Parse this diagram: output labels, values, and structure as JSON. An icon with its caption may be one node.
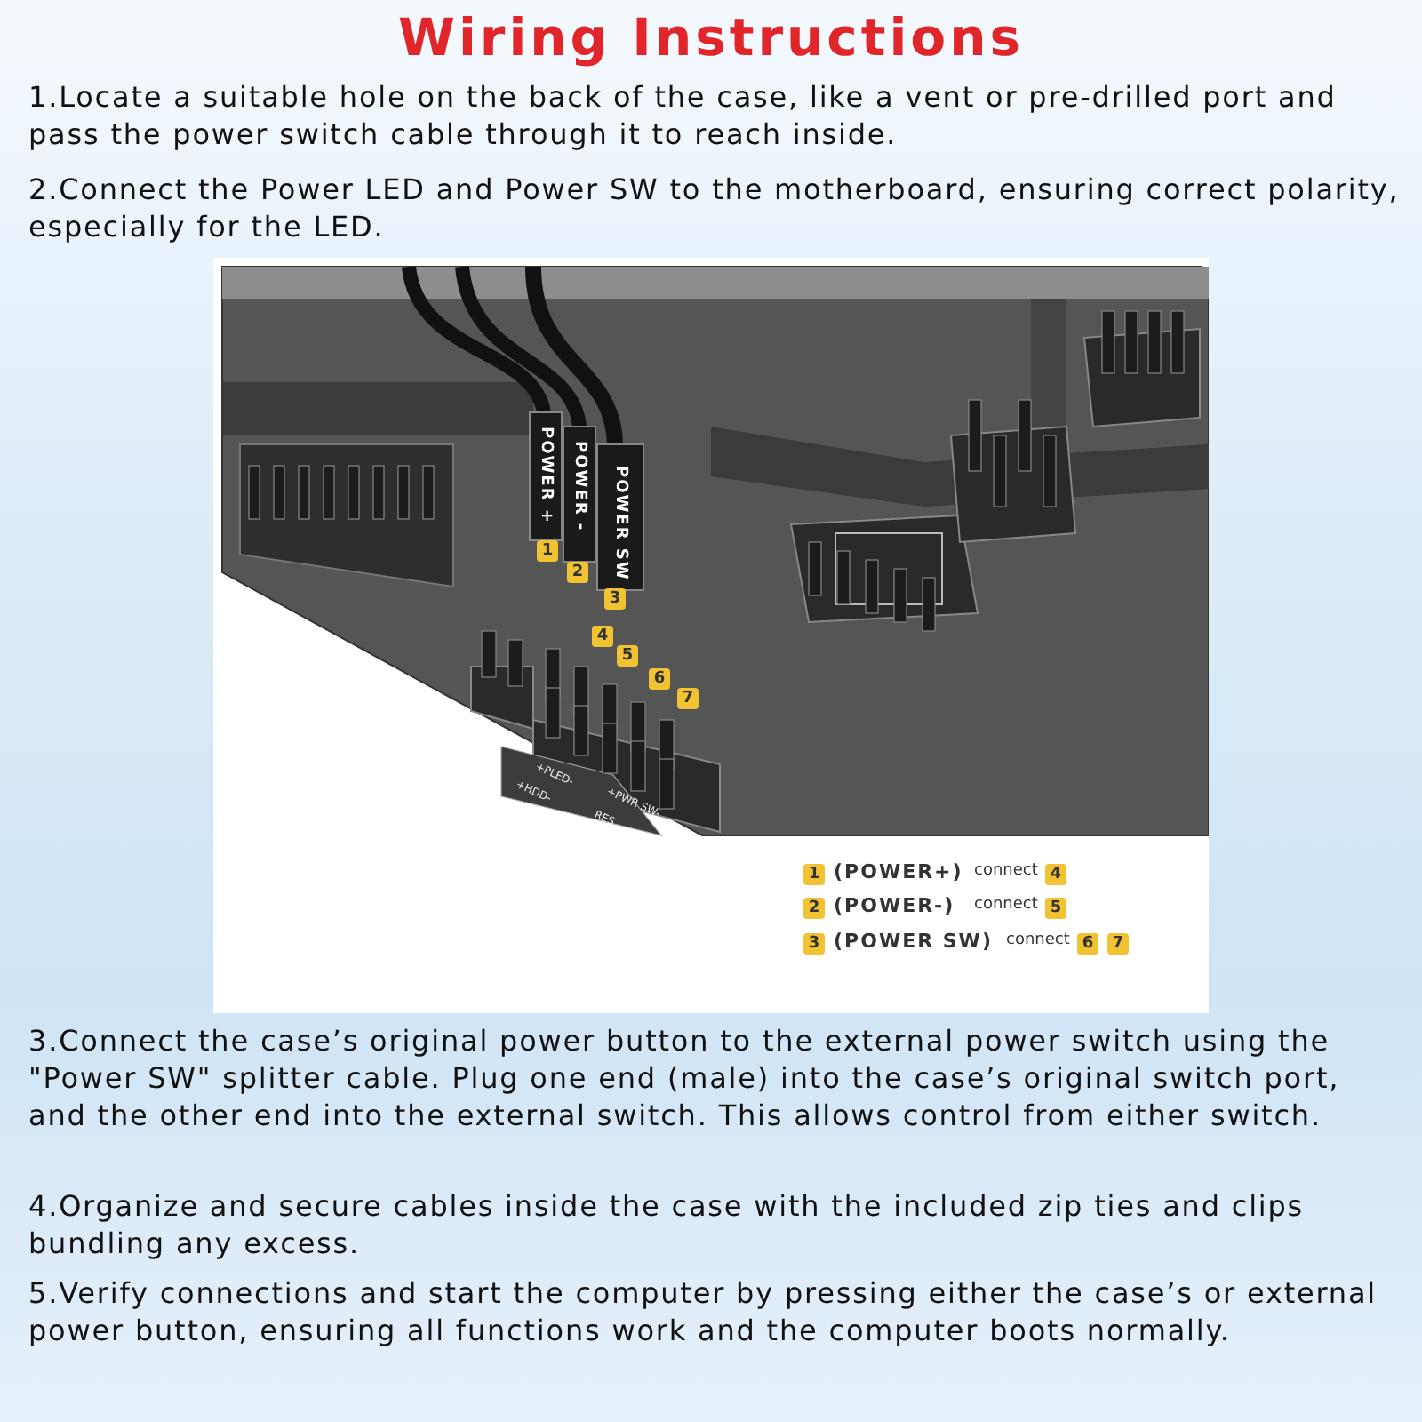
{
  "diagram": {
    "title": "Wiring Instructions",
    "labels": [
      "1.Locate a suitable hole on the back of the case, like a vent or pre-drilled port and pass the power switch cable through it to reach inside.",
      "2.Connect the Power LED and Power SW to the motherboard, ensuring correct polarity, especially for the LED.",
      "POWER +",
      "POWER -",
      "POWER SW",
      "1",
      "2",
      "3",
      "4",
      "5",
      "6",
      "7",
      "+PLED-",
      "+HDD-",
      "+PWR SW-",
      "RES",
      "1",
      "(POWER+)",
      "connect",
      "4",
      "2",
      "(POWER-)",
      "connect",
      "5",
      "3",
      "(POWER SW)",
      "connect",
      "6",
      "7",
      "3.Connect the case’s original power button to the external power switch using the \"Power SW\" splitter cable. Plug one end (male) into the case’s original switch port, and the other end into the external switch. This allows control from either switch.",
      "4.Organize and secure cables inside the case with the included zip ties and clips bundling any excess.",
      "5.Verify connections and start the computer by pressing either the case’s or external power button, ensuring all functions work and the computer boots normally."
    ]
  }
}
